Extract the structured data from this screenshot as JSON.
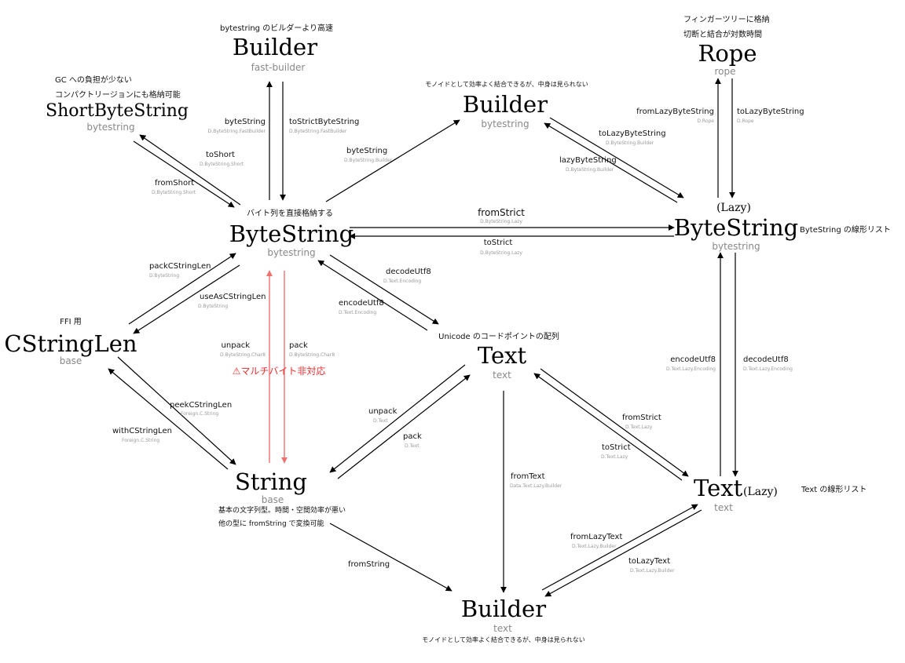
{
  "nodes": {
    "fast_builder": {
      "name": "Builder",
      "pkg": "fast-builder",
      "note": "bytestring のビルダーより高速"
    },
    "short_bytestring": {
      "name": "ShortByteString",
      "pkg": "bytestring",
      "note1": "GC への負担が少ない",
      "note2": "コンパクトリージョンにも格納可能"
    },
    "bs_builder": {
      "name": "Builder",
      "pkg": "bytestring",
      "note": "モノイドとして効率よく結合できるが、中身は見られない"
    },
    "rope": {
      "name": "Rope",
      "pkg": "rope",
      "note1": "フィンガーツリーに格納",
      "note2": "切断と結合が対数時間"
    },
    "bytestring": {
      "name": "ByteString",
      "pkg": "bytestring",
      "note": "バイト列を直接格納する"
    },
    "lazy_bytestring": {
      "prefix": "(Lazy)",
      "name": "ByteString",
      "pkg": "bytestring",
      "note": "ByteString の線形リスト"
    },
    "cstringlen": {
      "name": "CStringLen",
      "pkg": "base",
      "note": "FFI 用"
    },
    "text": {
      "name": "Text",
      "pkg": "text",
      "note": "Unicode のコードポイントの配列"
    },
    "lazy_text": {
      "name": "Text",
      "suffix": "(Lazy)",
      "pkg": "text",
      "note": "Text の線形リスト"
    },
    "string": {
      "name": "String",
      "pkg": "base",
      "note1": "基本の文字列型。時間・空間効率が悪い",
      "note2": "他の型に fromString で変換可能"
    },
    "text_builder": {
      "name": "Builder",
      "pkg": "text",
      "note": "モノイドとして効率よく結合できるが、中身は見られない"
    }
  },
  "edges": {
    "bytestring_fb": {
      "fn": "byteString",
      "mod": "D.ByteString.FastBuilder"
    },
    "to_strict_bs_fb": {
      "fn": "toStrictByteString",
      "mod": "D.ByteString.FastBuilder"
    },
    "to_short": {
      "fn": "toShort",
      "mod": "D.ByteString.Short"
    },
    "from_short": {
      "fn": "fromShort",
      "mod": "D.ByteString.Short"
    },
    "bytestring_b": {
      "fn": "byteString",
      "mod": "D.ByteString.Builder"
    },
    "to_lazy_bs": {
      "fn": "toLazyByteString",
      "mod": "D.ByteString.Builder"
    },
    "lazy_bs": {
      "fn": "lazyByteString",
      "mod": "D.ByteString.Builder"
    },
    "from_lazy_bs": {
      "fn": "fromLazyByteString",
      "mod": "D.Rope"
    },
    "to_lazy_bs_rope": {
      "fn": "toLazyByteString",
      "mod": "D.Rope"
    },
    "from_strict_bs": {
      "fn": "fromStrict",
      "mod": "D.ByteString.Lazy"
    },
    "to_strict_bs": {
      "fn": "toStrict",
      "mod": "D.ByteString.Lazy"
    },
    "pack_cstringlen": {
      "fn": "packCStringLen",
      "mod": "D.ByteString"
    },
    "use_as_cstringlen": {
      "fn": "useAsCStringLen",
      "mod": "D.ByteString"
    },
    "decode_utf8": {
      "fn": "decodeUtf8",
      "mod": "D.Text.Encoding"
    },
    "encode_utf8": {
      "fn": "encodeUtf8",
      "mod": "D.Text.Encoding"
    },
    "unpack_char8": {
      "fn": "unpack",
      "mod": "D.ByteString.Char8"
    },
    "pack_char8": {
      "fn": "pack",
      "mod": "D.ByteString.Char8"
    },
    "warning": "⚠マルチバイト非対応",
    "peek_cstringlen": {
      "fn": "peekCStringLen",
      "mod": "Foreign.C.String"
    },
    "with_cstringlen": {
      "fn": "withCStringLen",
      "mod": "Foreign.C.String"
    },
    "unpack_text": {
      "fn": "unpack",
      "mod": "D.Text"
    },
    "pack_text": {
      "fn": "pack",
      "mod": "D.Text"
    },
    "from_text": {
      "fn": "fromText",
      "mod": "Data.Text.Lazy.Builder"
    },
    "from_strict_text": {
      "fn": "fromStrict",
      "mod": "D.Text.Lazy"
    },
    "to_strict_text": {
      "fn": "toStrict",
      "mod": "D.Text.Lazy"
    },
    "encode_utf8_lazy": {
      "fn": "encodeUtf8",
      "mod": "D.Text.Lazy.Encoding"
    },
    "decode_utf8_lazy": {
      "fn": "decodeUtf8",
      "mod": "D.Text.Lazy.Encoding"
    },
    "from_lazy_text": {
      "fn": "fromLazyText",
      "mod": "D.Text.Lazy.Builder"
    },
    "to_lazy_text": {
      "fn": "toLazyText",
      "mod": "D.Text.Lazy.Builder"
    },
    "from_string": {
      "fn": "fromString"
    }
  }
}
